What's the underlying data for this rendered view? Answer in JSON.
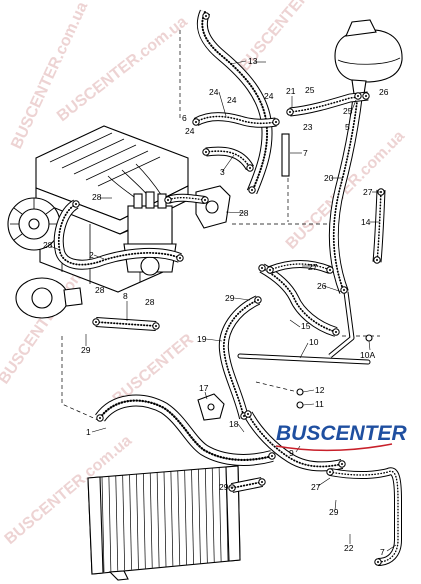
{
  "watermark": {
    "text": "BUSCENTER.com.ua",
    "brand": "BUSCENTER"
  },
  "logo": {
    "name": "BUSCENTER"
  },
  "callouts": [
    "13",
    "24",
    "24",
    "24",
    "6",
    "24",
    "21",
    "25",
    "26",
    "25",
    "5",
    "23",
    "3",
    "7",
    "20",
    "27",
    "14",
    "28",
    "28",
    "28",
    "2",
    "27",
    "26",
    "29",
    "28",
    "8",
    "28",
    "15",
    "10",
    "29",
    "19",
    "10A",
    "12",
    "11",
    "17",
    "18",
    "1",
    "9",
    "29",
    "27",
    "29",
    "22",
    "7"
  ],
  "colors": {
    "line": "#000000",
    "watermark": "#d9a0a0",
    "logo_blue": "#1f4fa0",
    "logo_red": "#c8202a"
  }
}
